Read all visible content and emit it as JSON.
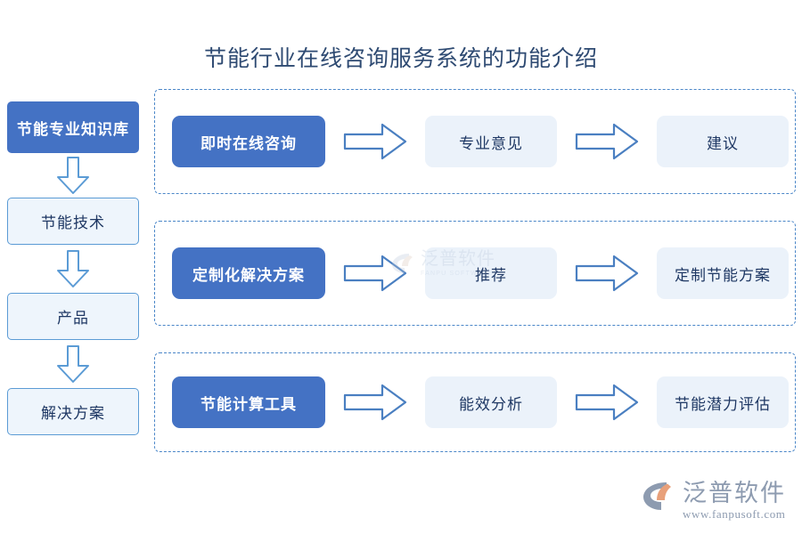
{
  "title": "节能行业在线咨询服务系统的功能介绍",
  "colors": {
    "primary_blue": "#4472C4",
    "light_blue_box": "#EBF2FA",
    "border_blue": "#5B9BD5",
    "dashed_blue": "#4A86C8",
    "title_text": "#2E4A72",
    "node_text": "#1F3864",
    "logo_gray": "#8D9BB0",
    "logo_accent": "#E8A07A"
  },
  "sidebar": {
    "items": [
      {
        "label": "节能专业知识库",
        "style": "primary"
      },
      {
        "label": "节能技术",
        "style": "plain"
      },
      {
        "label": "产品",
        "style": "plain"
      },
      {
        "label": "解决方案",
        "style": "plain"
      }
    ],
    "connector_icon": "arrow-down-icon"
  },
  "rows": [
    {
      "id": "row-1",
      "nodes": [
        {
          "label": "即时在线咨询",
          "style": "filled"
        },
        {
          "label": "专业意见",
          "style": "light"
        },
        {
          "label": "建议",
          "style": "light"
        }
      ],
      "connector_icon": "arrow-right-icon"
    },
    {
      "id": "row-2",
      "nodes": [
        {
          "label": "定制化解决方案",
          "style": "filled"
        },
        {
          "label": "推荐",
          "style": "light"
        },
        {
          "label": "定制节能方案",
          "style": "light"
        }
      ],
      "connector_icon": "arrow-right-icon"
    },
    {
      "id": "row-3",
      "nodes": [
        {
          "label": "节能计算工具",
          "style": "filled"
        },
        {
          "label": "能效分析",
          "style": "light"
        },
        {
          "label": "节能潜力评估",
          "style": "light"
        }
      ],
      "connector_icon": "arrow-right-icon"
    }
  ],
  "watermark": {
    "cn": "泛普软件",
    "en": "FANPU SOFTWARE"
  },
  "logo": {
    "cn": "泛普软件",
    "url": "www.fanpusoft.com"
  }
}
